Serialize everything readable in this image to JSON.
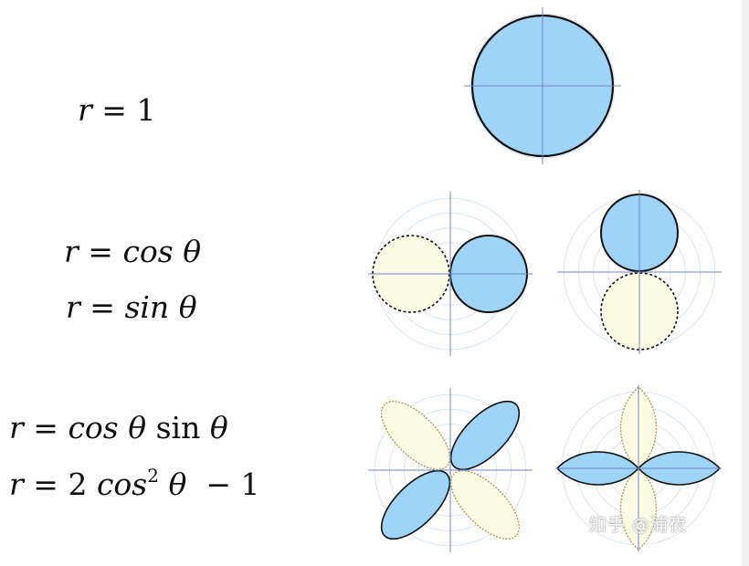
{
  "equations": {
    "circle": {
      "lhs": "r",
      "op": "=",
      "rhs": "1"
    },
    "cos": {
      "lhs": "r",
      "op": "=",
      "fn": "cos",
      "arg": "θ"
    },
    "sin": {
      "lhs": "r",
      "op": "=",
      "fn": "sin",
      "arg": "θ"
    },
    "cossin": {
      "lhs": "r",
      "op": "=",
      "fn1": "cos",
      "arg1": "θ",
      "fn2": "sin",
      "arg2": "θ"
    },
    "cos2": {
      "lhs": "r",
      "op": "=",
      "coef": "2",
      "fn": "cos",
      "exp": "2",
      "arg": "θ",
      "minus": "−",
      "const": "1"
    }
  },
  "colors": {
    "positive_fill": "#9fd3f7",
    "negative_fill": "#fbfbe6",
    "outline": "#111111",
    "negative_outline": "#b59a5a",
    "grid_ring": "#d6e7f4",
    "axis": "#6f86c8"
  },
  "watermark": "知乎 @浦夜"
}
